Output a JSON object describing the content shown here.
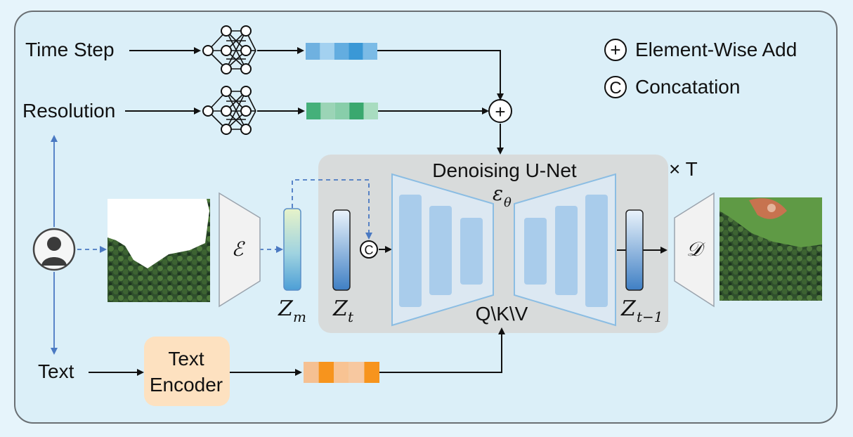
{
  "inputs": {
    "time_step": "Time Step",
    "resolution": "Resolution",
    "text": "Text"
  },
  "legend": {
    "add_symbol": "+",
    "add_label": "Element-Wise Add",
    "concat_symbol": "C",
    "concat_label": "Concatation"
  },
  "unet": {
    "title": "Denoising U-Net",
    "eps": "ε",
    "eps_sub": "θ",
    "attention": "Q\\K\\V",
    "repeat": "× T"
  },
  "text_encoder": {
    "line1": "Text",
    "line2": "Encoder"
  },
  "encoder_symbol": "ℰ",
  "decoder_symbol": "𝒟",
  "latents": {
    "zm": {
      "main": "Z",
      "sub": "m"
    },
    "zt": {
      "main": "Z",
      "sub": "t"
    },
    "zt1": {
      "main": "Z",
      "sub": "t−1"
    }
  },
  "concat_node": "C",
  "add_node": "+",
  "colors": {
    "panel_bg": "#dbeff8",
    "unet_bg": "#d8dbdb",
    "unet_blue": "#a9cceb",
    "arrow_blue": "#4a79c2",
    "time_cells": [
      "#6fb1e0",
      "#a3d1f0",
      "#63ade0",
      "#3a98d6",
      "#7bbbe6"
    ],
    "res_cells": [
      "#45b07a",
      "#9bd4b6",
      "#88ceaa",
      "#3aa86f",
      "#a8dcc0"
    ],
    "text_cells": [
      "#f5c092",
      "#f7941d",
      "#f8c393",
      "#f7c8a0",
      "#f7941d"
    ]
  }
}
